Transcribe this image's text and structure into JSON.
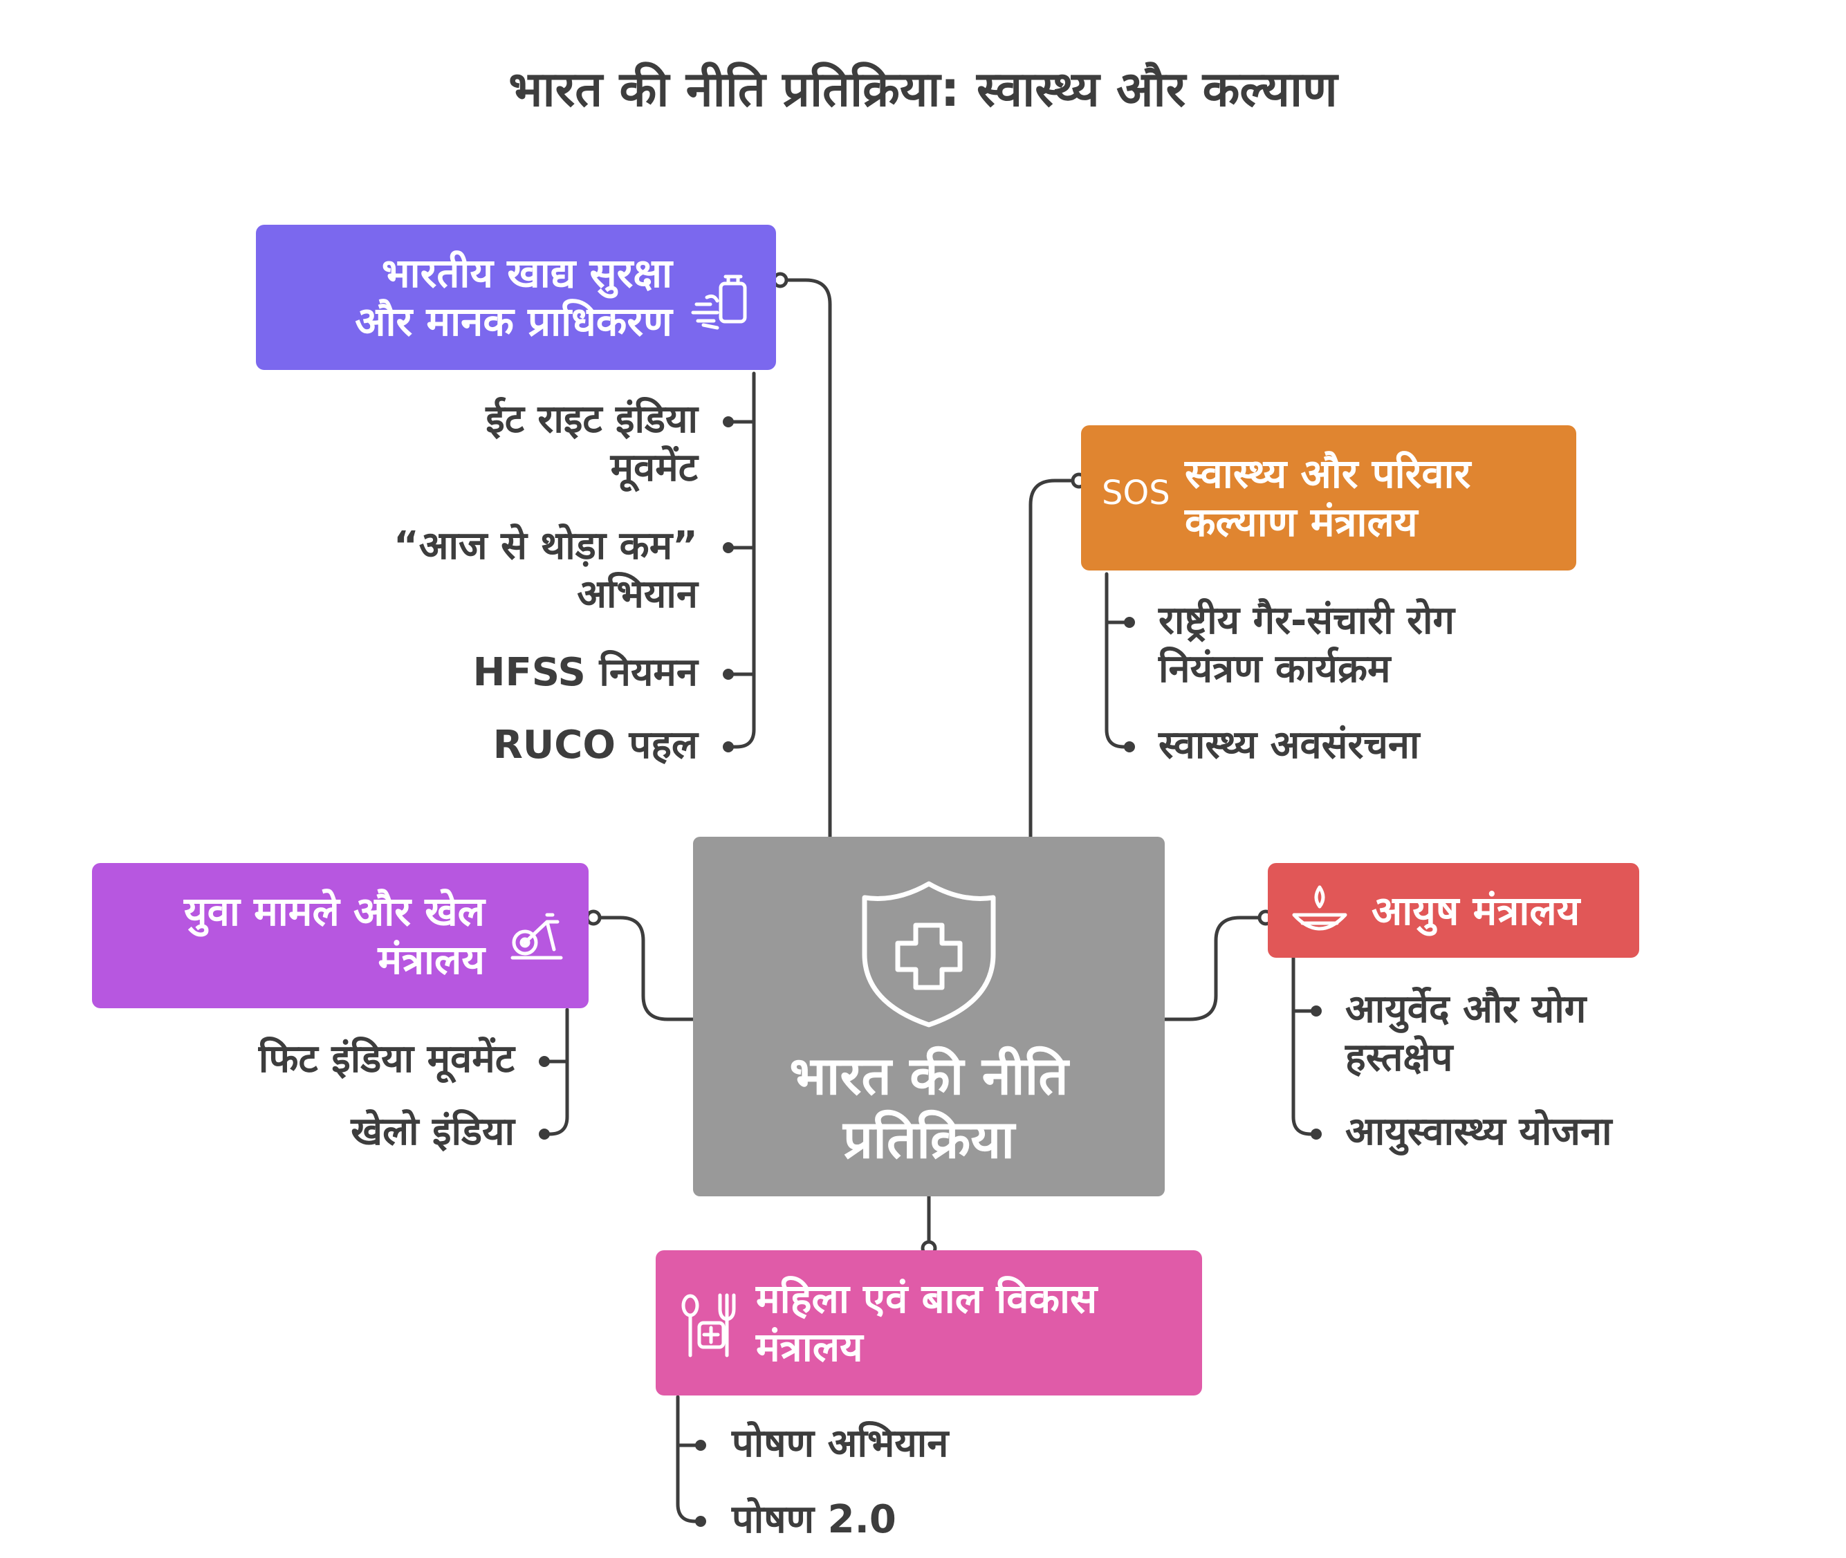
{
  "title": "भारत की नीति प्रतिक्रिया: स्वास्थ्य और कल्याण",
  "center": {
    "label": "भारत की नीति\nप्रतिक्रिया",
    "icon": "shield-plus-icon"
  },
  "colors": {
    "fssai": "#7b68ee",
    "health": "#e08530",
    "youth": "#b757e0",
    "ayush": "#e15757",
    "wcd": "#e05ba8",
    "center": "#999999",
    "line": "#3d3d3d"
  },
  "nodes": {
    "fssai": {
      "label": "भारतीय खाद्य सुरक्षा\nऔर मानक प्राधिकरण",
      "icon": "food-safety-icon",
      "items": [
        "ईट राइट इंडिया\nमूवमेंट",
        "“आज से थोड़ा कम”\nअभियान",
        "HFSS नियमन",
        "RUCO पहल"
      ]
    },
    "health": {
      "label": "स्वास्थ्य और परिवार\nकल्याण मंत्रालय",
      "icon_text": "SOS",
      "items": [
        "राष्ट्रीय गैर-संचारी रोग\nनियंत्रण कार्यक्रम",
        "स्वास्थ्य अवसंरचना"
      ]
    },
    "youth": {
      "label": "युवा मामले और खेल\nमंत्रालय",
      "icon": "exercise-bike-icon",
      "items": [
        "फिट इंडिया मूवमेंट",
        "खेलो इंडिया"
      ]
    },
    "ayush": {
      "label": "आयुष मंत्रालय",
      "icon": "diya-lamp-icon",
      "items": [
        "आयुर्वेद और योग\nहस्तक्षेप",
        "आयुस्वास्थ्य योजना"
      ]
    },
    "wcd": {
      "label": "महिला एवं बाल विकास\nमंत्रालय",
      "icon": "nutrition-care-icon",
      "items": [
        "पोषण अभियान",
        "पोषण 2.0"
      ]
    }
  }
}
